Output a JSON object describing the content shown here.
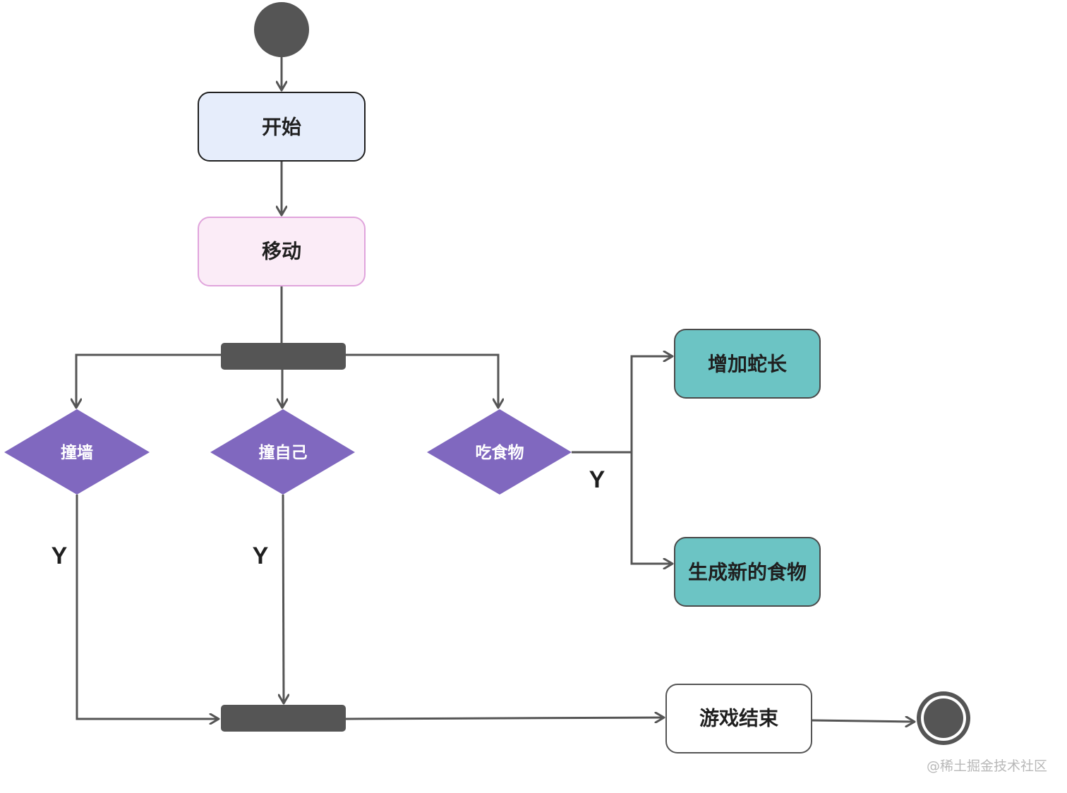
{
  "colors": {
    "edge": "#555555",
    "bar": "#555555",
    "start_node_fill": "#e6edfb",
    "move_node_fill": "#fbecf7",
    "move_node_stroke": "#e0a4dc",
    "decision_fill": "#8068bf",
    "action_fill": "#6cc4c4",
    "end_node_fill": "#ffffff"
  },
  "nodes": {
    "start": "开始",
    "move": "移动",
    "decision_wall": "撞墙",
    "decision_self": "撞自己",
    "decision_food": "吃食物",
    "grow_snake": "增加蛇长",
    "new_food": "生成新的食物",
    "game_over": "游戏结束"
  },
  "edge_labels": {
    "wall_yes": "Y",
    "self_yes": "Y",
    "food_yes": "Y"
  },
  "watermark": "@稀土掘金技术社区"
}
